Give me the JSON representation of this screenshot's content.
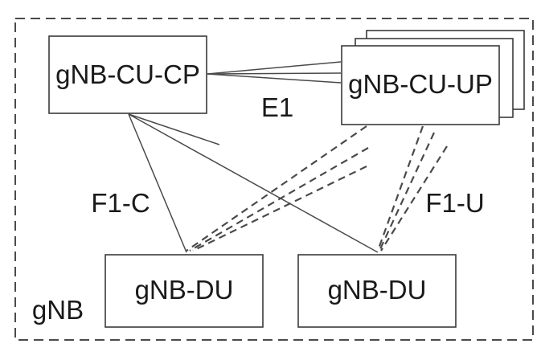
{
  "diagram": {
    "container_label": "gNB",
    "nodes": {
      "cu_cp": "gNB-CU-CP",
      "cu_up": "gNB-CU-UP",
      "du_left": "gNB-DU",
      "du_right": "gNB-DU"
    },
    "interfaces": {
      "e1": "E1",
      "f1c": "F1-C",
      "f1u": "F1-U"
    },
    "colors": {
      "line": "#4a4a4a",
      "border": "#3a3a3a",
      "text": "#1a1a1a"
    }
  }
}
